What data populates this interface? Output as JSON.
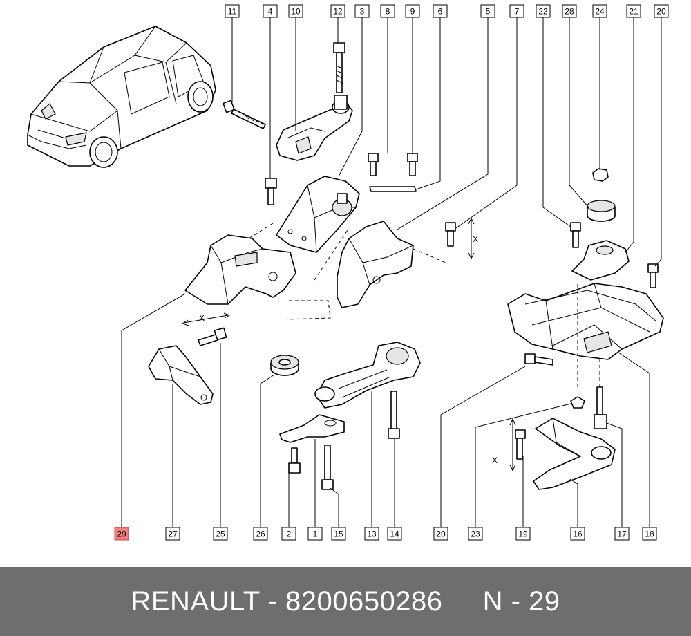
{
  "callouts": [
    {
      "id": "c11",
      "label": "11"
    },
    {
      "id": "c4",
      "label": "4"
    },
    {
      "id": "c10",
      "label": "10"
    },
    {
      "id": "c12",
      "label": "12"
    },
    {
      "id": "c3",
      "label": "3"
    },
    {
      "id": "c8",
      "label": "8"
    },
    {
      "id": "c9",
      "label": "9"
    },
    {
      "id": "c6",
      "label": "6"
    },
    {
      "id": "c5",
      "label": "5"
    },
    {
      "id": "c7",
      "label": "7"
    },
    {
      "id": "c22",
      "label": "22"
    },
    {
      "id": "c28",
      "label": "28"
    },
    {
      "id": "c24",
      "label": "24"
    },
    {
      "id": "c21",
      "label": "21"
    },
    {
      "id": "c20top",
      "label": "20"
    },
    {
      "id": "c29",
      "label": "29",
      "highlighted": true
    },
    {
      "id": "c27",
      "label": "27"
    },
    {
      "id": "c25",
      "label": "25"
    },
    {
      "id": "c26",
      "label": "26"
    },
    {
      "id": "c2",
      "label": "2"
    },
    {
      "id": "c1",
      "label": "1"
    },
    {
      "id": "c15",
      "label": "15"
    },
    {
      "id": "c13",
      "label": "13"
    },
    {
      "id": "c14",
      "label": "14"
    },
    {
      "id": "c20",
      "label": "20"
    },
    {
      "id": "c23",
      "label": "23"
    },
    {
      "id": "c19",
      "label": "19"
    },
    {
      "id": "c16",
      "label": "16"
    },
    {
      "id": "c17",
      "label": "17"
    },
    {
      "id": "c18",
      "label": "18"
    }
  ],
  "dimension_marks": [
    "X",
    "X",
    "X"
  ],
  "colors": {
    "highlight": "#f08080",
    "footer_bg": "#6e6e6e",
    "footer_text": "#ffffff"
  },
  "footer": {
    "text": "RENAULT - 8200650286     N - 29"
  }
}
